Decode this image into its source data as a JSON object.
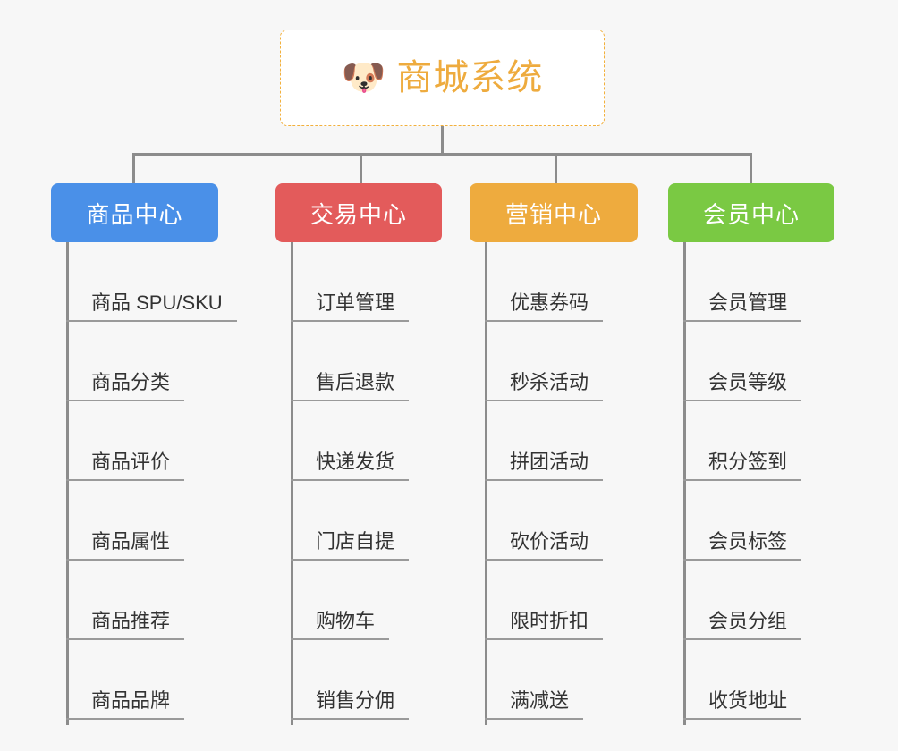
{
  "diagram": {
    "title": "商城系统",
    "root": {
      "icon": "shiba-dog-icon",
      "emoji": "🐶",
      "label": "商城系统",
      "text_color": "#eeab3e",
      "border_color": "#f2b03c",
      "background": "#ffffff"
    },
    "background_color": "#f7f7f7",
    "connector_color": "#8c8c8c",
    "columns": [
      {
        "label": "商品中心",
        "color": "#4a90e8",
        "items": [
          "商品 SPU/SKU",
          "商品分类",
          "商品评价",
          "商品属性",
          "商品推荐",
          "商品品牌"
        ]
      },
      {
        "label": "交易中心",
        "color": "#e35b5b",
        "items": [
          "订单管理",
          "售后退款",
          "快递发货",
          "门店自提",
          "购物车",
          "销售分佣"
        ]
      },
      {
        "label": "营销中心",
        "color": "#eeab3e",
        "items": [
          "优惠券码",
          "秒杀活动",
          "拼团活动",
          "砍价活动",
          "限时折扣",
          "满减送"
        ]
      },
      {
        "label": "会员中心",
        "color": "#7ac943",
        "items": [
          "会员管理",
          "会员等级",
          "积分签到",
          "会员标签",
          "会员分组",
          "收货地址"
        ]
      }
    ]
  }
}
